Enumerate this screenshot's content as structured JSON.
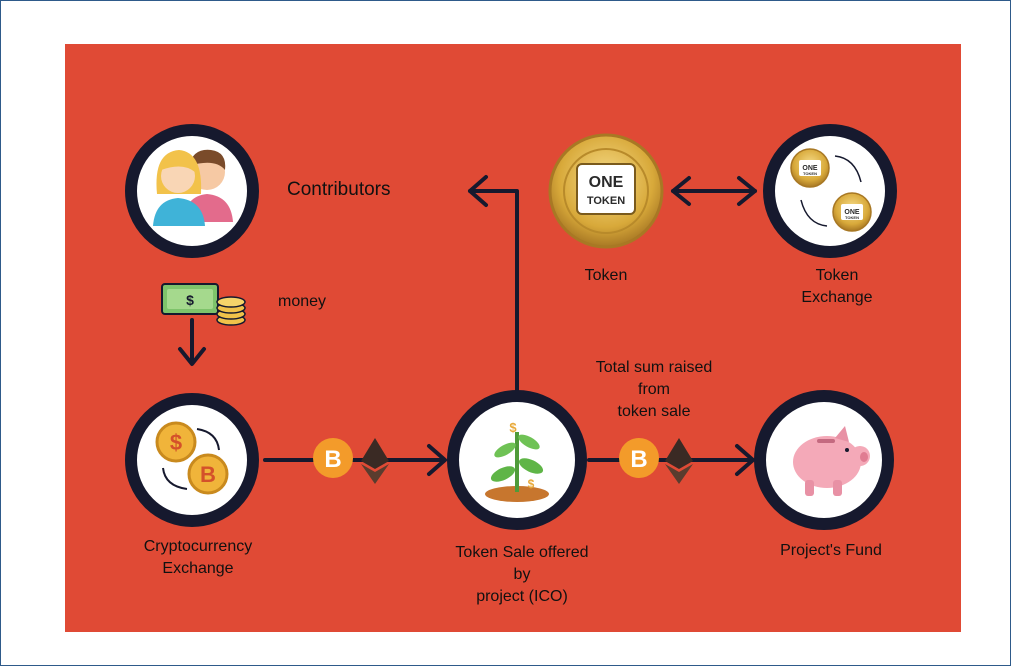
{
  "colors": {
    "background": "#e04a35",
    "node_ring": "#16192e",
    "node_fill": "#ffffff",
    "arrow": "#16192e",
    "coin_gold": "#d8a93a",
    "bitcoin_orange": "#f39b2a",
    "piggy_pink": "#f4a9b8",
    "money_green": "#7ec36b"
  },
  "labels": {
    "contributors": "Contributors",
    "money": "money",
    "token": "Token",
    "token_exchange_1": "Token",
    "token_exchange_2": "Exchange",
    "total_1": "Total sum raised",
    "total_2": "from",
    "total_3": "token sale",
    "crypto_1": "Cryptocurrency",
    "crypto_2": "Exchange",
    "sale_1": "Token Sale offered",
    "sale_2": "by",
    "sale_3": "project (ICO)",
    "fund": "Project's Fund"
  },
  "coin": {
    "line1": "ONE",
    "line2": "TOKEN"
  },
  "icons": {
    "contributors": "people-icon",
    "money": "cash-stack-icon",
    "crypto_exchange": "currency-exchange-icon",
    "bitcoin": "bitcoin-icon",
    "ethereum": "ethereum-icon",
    "token_sale": "sprouting-plant-icon",
    "fund": "piggy-bank-icon",
    "token": "gold-coin-icon",
    "token_exchange": "coin-exchange-icon"
  }
}
